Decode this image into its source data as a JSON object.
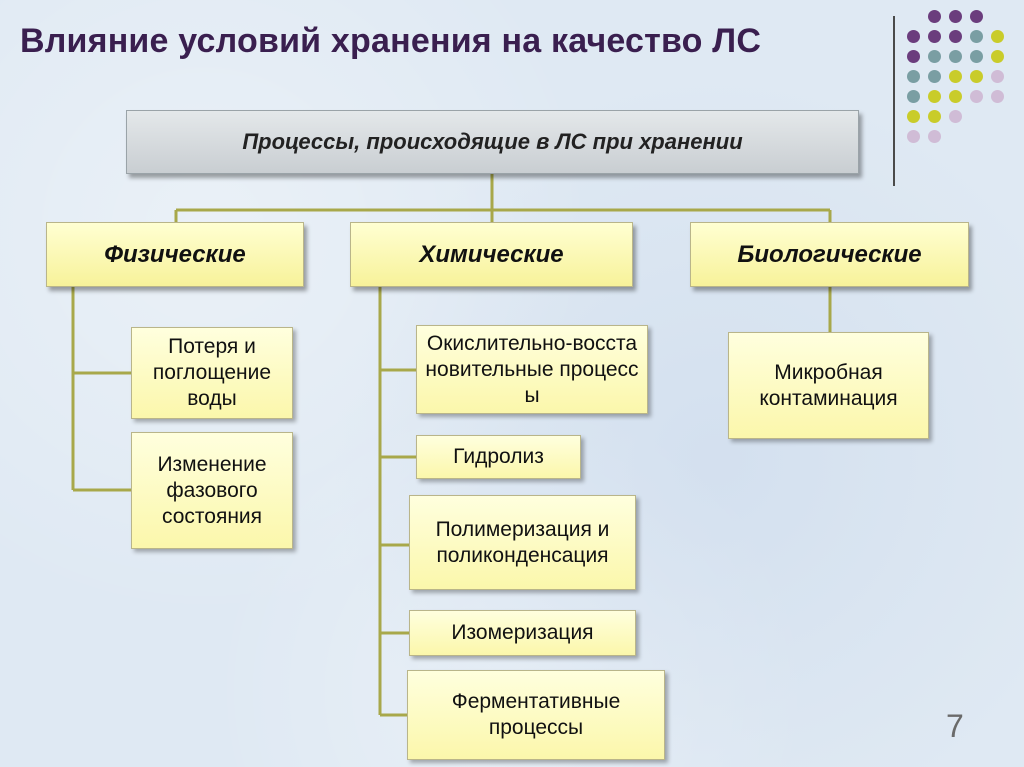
{
  "slide": {
    "title": "Влияние условий хранения на качество ЛС",
    "page_number": "7"
  },
  "diagram": {
    "root": "Процессы, происходящие  в ЛС при хранении",
    "categories": [
      {
        "label": "Физические",
        "items": [
          "Потеря и поглощение воды",
          "Изменение фазового состояния"
        ]
      },
      {
        "label": "Химические",
        "items": [
          "Окислительно-восстановительные процессы",
          "Гидролиз",
          "Полимеризация и поликонденсация",
          "Изомеризация",
          "Ферментативные процессы"
        ]
      },
      {
        "label": "Биологические",
        "items": [
          "Микробная контаминация"
        ]
      }
    ]
  },
  "colors": {
    "title": "#3a1f4f",
    "connector": "#a8a84a",
    "category_fill": "#f7f29a",
    "leaf_fill": "#fbf7ab",
    "dot_purple": "#6b3d7d",
    "dot_teal": "#7a9ea3",
    "dot_yellow": "#c9cc2a",
    "dot_lilac": "#d0bcd6"
  },
  "icons": [
    "decorative-dot-grid"
  ]
}
